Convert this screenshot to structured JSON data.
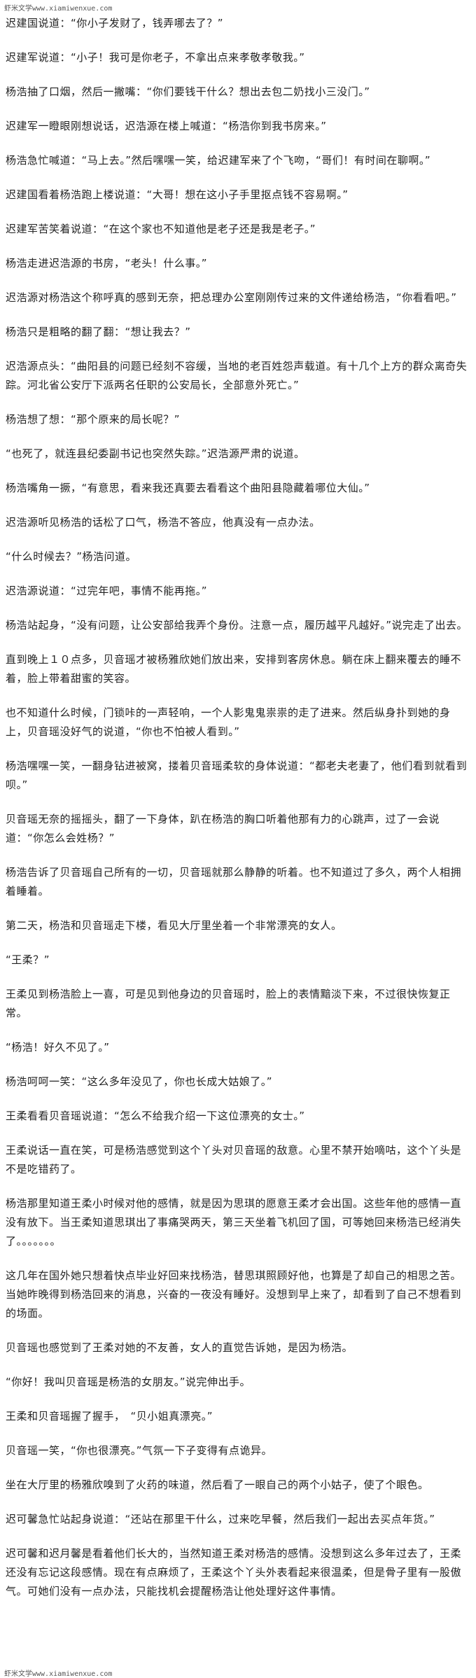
{
  "watermark_top": "虾米文学www.xiamiwenxue.com",
  "watermark_bottom": "虾米文学www.xiamiwenxue.com",
  "paragraphs": [
    "迟建国说道：“你小子发财了，钱弄哪去了？”",
    "迟建军说道：“小子！我可是你老子，不拿出点来孝敬孝敬我。”",
    "杨浩抽了口烟，然后一撇嘴：“你们要钱干什么？想出去包二奶找小三没门。”",
    "迟建军一瞪眼刚想说话，迟浩源在楼上喊道：“杨浩你到我书房来。”",
    "杨浩急忙喊道：“马上去。”然后嘿嘿一笑，给迟建军来了个飞吻，“哥们！有时间在聊啊。”",
    "迟建国看着杨浩跑上楼说道：“大哥！想在这小子手里抠点钱不容易啊。”",
    "迟建军苦笑着说道：“在这个家也不知道他是老子还是我是老子。”",
    "杨浩走进迟浩源的书房，“老头！什么事。”",
    "迟浩源对杨浩这个称呼真的感到无奈，把总理办公室刚刚传过来的文件递给杨浩，“你看看吧。”",
    "杨浩只是粗略的翻了翻：“想让我去？”",
    "迟浩源点头：“曲阳县的问题已经刻不容缓，当地的老百姓怨声载道。有十几个上方的群众离奇失踪。河北省公安厅下派两名任职的公安局长，全部意外死亡。”",
    "杨浩想了想：“那个原来的局长呢？”",
    "“也死了，就连县纪委副书记也突然失踪。”迟浩源严肃的说道。",
    "杨浩嘴角一撅，“有意思，看来我还真要去看看这个曲阳县隐藏着哪位大仙。”",
    "迟浩源听见杨浩的话松了口气，杨浩不答应，他真没有一点办法。",
    "“什么时候去？”杨浩问道。",
    "迟浩源说道：“过完年吧，事情不能再拖。”",
    "杨浩站起身，“没有问题，让公安部给我弄个身份。注意一点，履历越平凡越好。”说完走了出去。",
    "直到晚上１０点多，贝音瑶才被杨雅欣她们放出来，安排到客房休息。躺在床上翻来覆去的睡不着，脸上带着甜蜜的笑容。",
    "也不知道什么时候，门锁咔的一声轻响，一个人影鬼鬼祟祟的走了进来。然后纵身扑到她的身上，贝音瑶没好气的说道，“你也不怕被人看到。”",
    "杨浩嘿嘿一笑，一翻身钻进被窝，搂着贝音瑶柔软的身体说道：“都老夫老妻了，他们看到就看到呗。”",
    "贝音瑶无奈的摇摇头，翻了一下身体，趴在杨浩的胸口听着他那有力的心跳声，过了一会说道：“你怎么会姓杨？”",
    "杨浩告诉了贝音瑶自己所有的一切，贝音瑶就那么静静的听着。也不知道过了多久，两个人相拥着睡着。",
    "第二天，杨浩和贝音瑶走下楼，看见大厅里坐着一个非常漂亮的女人。",
    "“王柔？”",
    "王柔见到杨浩脸上一喜，可是见到他身边的贝音瑶时，脸上的表情黯淡下来，不过很快恢复正常。",
    "“杨浩！好久不见了。”",
    "杨浩呵呵一笑：“这么多年没见了，你也长成大姑娘了。”",
    "王柔看看贝音瑶说道：“怎么不给我介绍一下这位漂亮的女士。”",
    "王柔说话一直在笑，可是杨浩感觉到这个丫头对贝音瑶的敌意。心里不禁开始嘀咕，这个丫头是不是吃错药了。",
    "杨浩那里知道王柔小时候对他的感情，就是因为思琪的愿意王柔才会出国。这些年他的感情一直没有放下。当王柔知道思琪出了事痛哭两天，第三天坐着飞机回了国，可等她回来杨浩已经消失了。。。。。。。",
    "这几年在国外她只想着快点毕业好回来找杨浩，替思琪照顾好他，也算是了却自己的相思之苦。当她昨晚得到杨浩回来的消息，兴奋的一夜没有睡好。没想到早上来了，却看到了自己不想看到的场面。",
    "贝音瑶也感觉到了王柔对她的不友善，女人的直觉告诉她，是因为杨浩。",
    "“你好！我叫贝音瑶是杨浩的女朋友。”说完伸出手。",
    "王柔和贝音瑶握了握手，　“贝小姐真漂亮。”",
    "贝音瑶一笑，“你也很漂亮。”气氛一下子变得有点诡异。",
    "坐在大厅里的杨雅欣嗅到了火药的味道，然后看了一眼自己的两个小姑子，使了个眼色。",
    "迟可馨急忙站起身说道：“还站在那里干什么，过来吃早餐，然后我们一起出去买点年货。”",
    "迟可馨和迟月馨是看着他们长大的，当然知道王柔对杨浩的感情。没想到这么多年过去了，王柔还没有忘记这段感情。现在有点麻烦了，王柔这个丫头外表看起来很温柔，但是骨子里有一股傲气。可她们没有一点办法，只能找机会提醒杨浩让他处理好这件事情。"
  ]
}
